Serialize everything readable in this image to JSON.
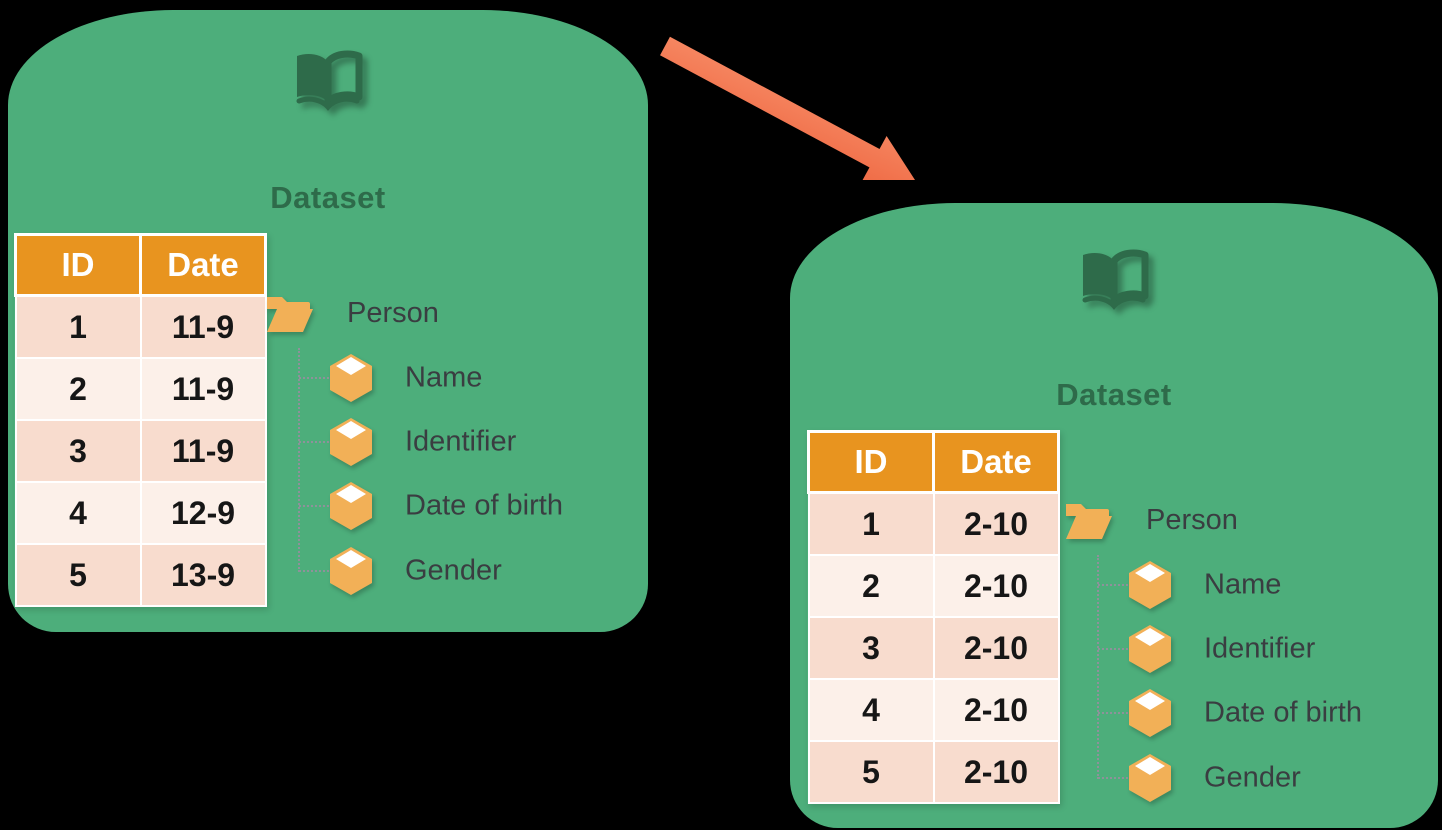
{
  "panels": {
    "left": {
      "title": "Dataset",
      "table": {
        "headers": [
          "ID",
          "Date"
        ],
        "rows": [
          {
            "id": "1",
            "date": "11-9"
          },
          {
            "id": "2",
            "date": "11-9"
          },
          {
            "id": "3",
            "date": "11-9"
          },
          {
            "id": "4",
            "date": "12-9"
          },
          {
            "id": "5",
            "date": "13-9"
          }
        ]
      },
      "tree": {
        "root": "Person",
        "children": [
          "Name",
          "Identifier",
          "Date of birth",
          "Gender"
        ]
      }
    },
    "right": {
      "title": "Dataset",
      "table": {
        "headers": [
          "ID",
          "Date"
        ],
        "rows": [
          {
            "id": "1",
            "date": "2-10"
          },
          {
            "id": "2",
            "date": "2-10"
          },
          {
            "id": "3",
            "date": "2-10"
          },
          {
            "id": "4",
            "date": "2-10"
          },
          {
            "id": "5",
            "date": "2-10"
          }
        ]
      },
      "tree": {
        "root": "Person",
        "children": [
          "Name",
          "Identifier",
          "Date of birth",
          "Gender"
        ]
      }
    }
  },
  "colors": {
    "background": "#000000",
    "panel_green": "#4dae7b",
    "dark_green": "#2e6b4a",
    "table_header_orange": "#e8941f",
    "table_row_dark": "#f8dcce",
    "table_row_light": "#fcf0e9",
    "tree_icon_orange": "#f2b057",
    "connector_gray": "#8e929a",
    "arrow_coral": "#f4714d"
  }
}
